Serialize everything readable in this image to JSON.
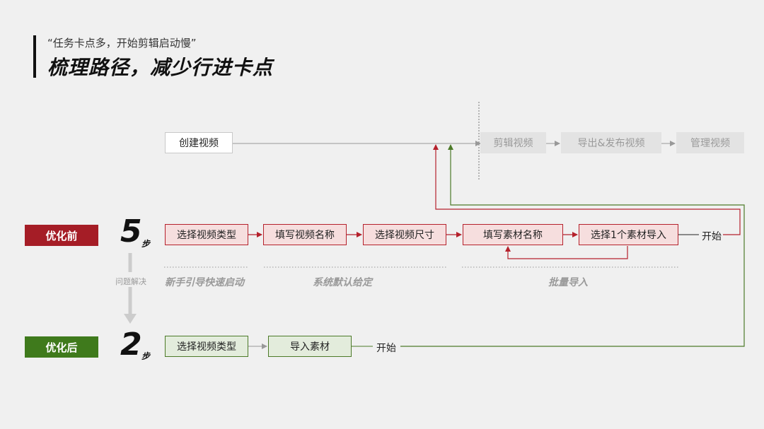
{
  "header": {
    "subtitle": "“任务卡点多，开始剪辑启动慢”",
    "title": "梳理路径，减少行进卡点"
  },
  "top_flow": {
    "start": "创建视频",
    "steps": [
      "剪辑视频",
      "导出&发布视频",
      "管理视频"
    ]
  },
  "before": {
    "tag": "优化前",
    "step_count": "5",
    "step_unit": "步",
    "steps": [
      "选择视频类型",
      "填写视频名称",
      "选择视频尺寸",
      "填写素材名称",
      "选择1个素材导入"
    ],
    "end_label": "开始",
    "color": "#a51d26"
  },
  "solutions": {
    "label": "问题解决",
    "items": [
      "新手引导快速启动",
      "系统默认给定",
      "批量导入"
    ]
  },
  "after": {
    "tag": "优化后",
    "step_count": "2",
    "step_unit": "步",
    "steps": [
      "选择视频类型",
      "导入素材"
    ],
    "end_label": "开始",
    "color": "#3f7a1c"
  }
}
